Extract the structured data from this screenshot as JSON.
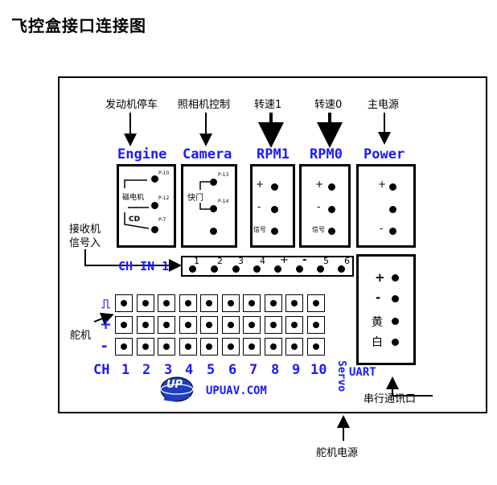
{
  "page_title": "飞控盒接口连接图",
  "top_labels": {
    "engine_stop": "发动机停车",
    "camera_control": "照相机控制",
    "rpm1": "转速1",
    "rpm0": "转速0",
    "main_power": "主电源"
  },
  "blue_labels": {
    "engine": "Engine",
    "camera": "Camera",
    "rpm1": "RPM1",
    "rpm0": "RPM0",
    "power": "Power",
    "ch_in": "CH IN 1",
    "ch": "CH",
    "uart": "UART",
    "servo": "Servo",
    "brand": "UPUAV.COM",
    "logo_text": "UP"
  },
  "engine_conn": {
    "pins": [
      "P-10",
      "P-12",
      "P-7"
    ],
    "label_magneto": "磁电机",
    "label_cd": "CD"
  },
  "camera_conn": {
    "pins": [
      "P-13",
      "P-14"
    ],
    "label_shutter": "快门"
  },
  "rpm_conn": {
    "plus": "+",
    "minus": "-",
    "signal": "信号"
  },
  "power_conn": {
    "plus": "+",
    "minus": "-"
  },
  "uart_conn": {
    "plus": "+",
    "minus": "-",
    "yellow": "黄",
    "white": "白"
  },
  "ch_in_numbers": [
    "1",
    "2",
    "3",
    "4",
    "+",
    "-",
    "5",
    "6"
  ],
  "servo_rows": {
    "signal": "⎍",
    "plus": "+",
    "minus": "-"
  },
  "ch_numbers": [
    "1",
    "2",
    "3",
    "4",
    "5",
    "6",
    "7",
    "8",
    "9",
    "10"
  ],
  "annotations": {
    "receiver": [
      "接收机",
      "信号入"
    ],
    "servo": "舵机",
    "serial_port": "串行通讯口",
    "servo_power": "舵机电源"
  },
  "colors": {
    "label_blue": "#1a1aff",
    "logo_fill": "#1f3fbf"
  }
}
